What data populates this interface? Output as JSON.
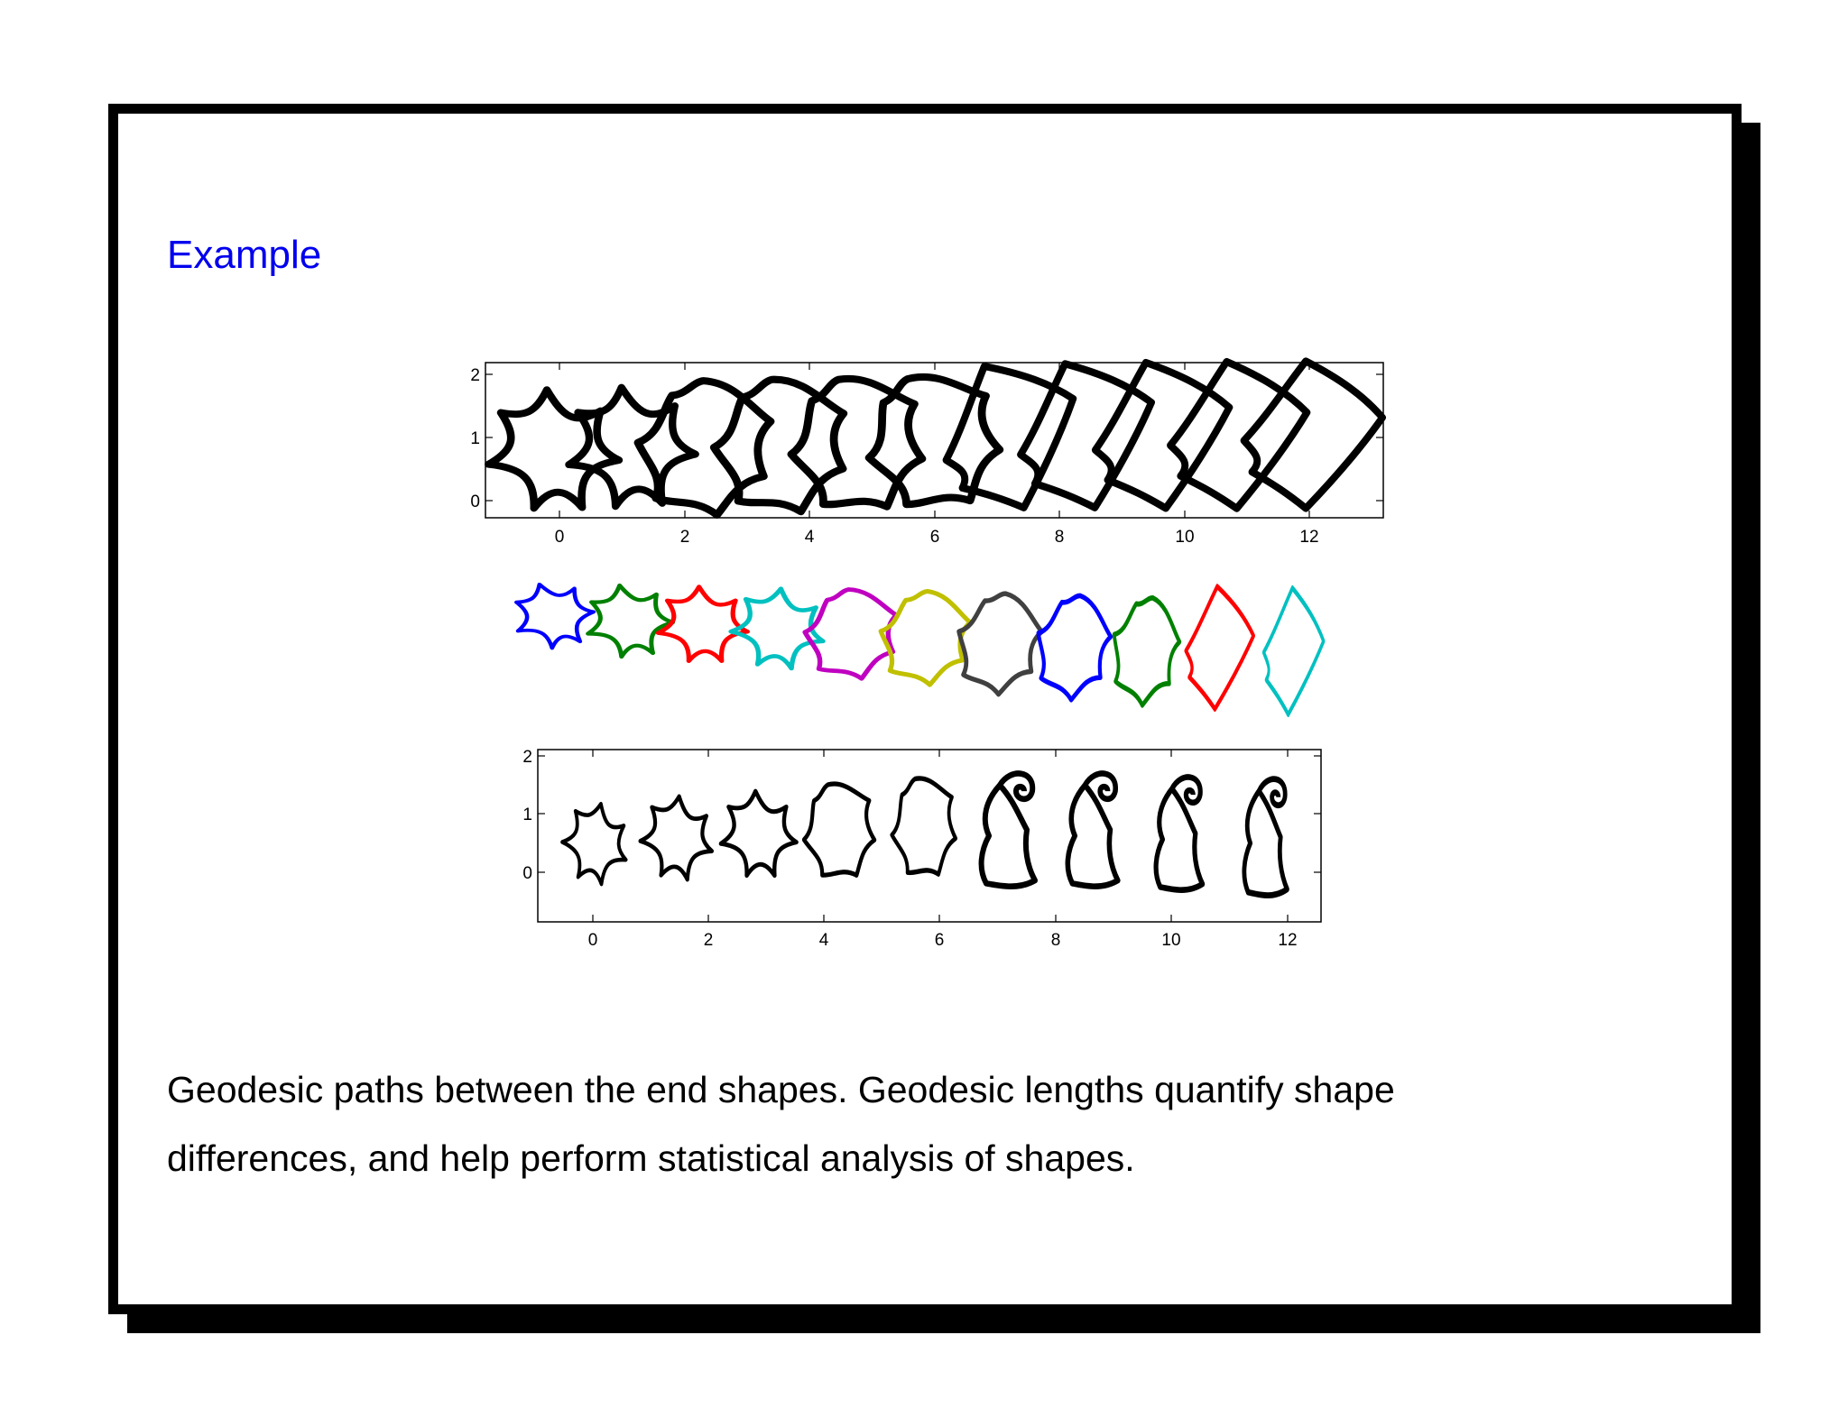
{
  "slide": {
    "title": "Example",
    "caption": "Geodesic paths between the end shapes. Geodesic lengths quantify shape differences, and help perform statistical analysis of shapes."
  },
  "figures": {
    "top_plot": {
      "x_ticks": [
        "0",
        "2",
        "4",
        "6",
        "8",
        "10",
        "12"
      ],
      "y_ticks": [
        "0",
        "1",
        "2"
      ],
      "path_color": "#000000"
    },
    "middle_strip": {
      "colors": [
        "#0000ff",
        "#008000",
        "#ff0000",
        "#00c0c0",
        "#c000c0",
        "#c0c000",
        "#404040",
        "#0000ff",
        "#008000",
        "#ff0000",
        "#00c0c0"
      ]
    },
    "bottom_plot": {
      "x_ticks": [
        "0",
        "2",
        "4",
        "6",
        "8",
        "10",
        "12"
      ],
      "y_ticks": [
        "0",
        "1",
        "2"
      ],
      "path_color": "#000000"
    }
  }
}
